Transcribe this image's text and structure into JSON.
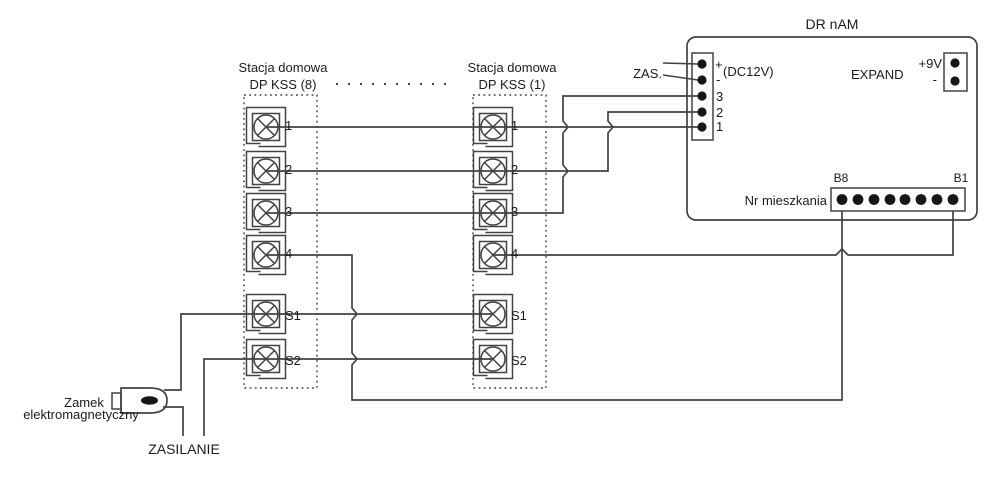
{
  "colors": {
    "line": "#424242",
    "text": "#1b1b1b",
    "background": "#ffffff",
    "dot_fill": "#161616"
  },
  "module": {
    "title": "DR nAM",
    "zas_label": "ZAS.",
    "plus": "+",
    "dc": "(DC12V)",
    "minus": "-",
    "pin3": "3",
    "pin2": "2",
    "pin1": "1",
    "expand": "EXPAND",
    "v9": "+9V",
    "v9_minus": "-",
    "strip_label": "Nr mieszkania",
    "b8": "B8",
    "b1": "B1"
  },
  "stations": [
    {
      "name_line1": "Stacja domowa",
      "name_line2": "DP KSS (8)",
      "t1": "1",
      "t2": "2",
      "t3": "3",
      "t4": "4",
      "s1": "S1",
      "s2": "S2"
    },
    {
      "name_line1": "Stacja domowa",
      "name_line2": "DP KSS (1)",
      "t1": "1",
      "t2": "2",
      "t3": "3",
      "t4": "4",
      "s1": "S1",
      "s2": "S2"
    }
  ],
  "lock": {
    "line1": "Zamek",
    "line2": "elektromagnetyczny"
  },
  "power_label": "ZASILANIE"
}
